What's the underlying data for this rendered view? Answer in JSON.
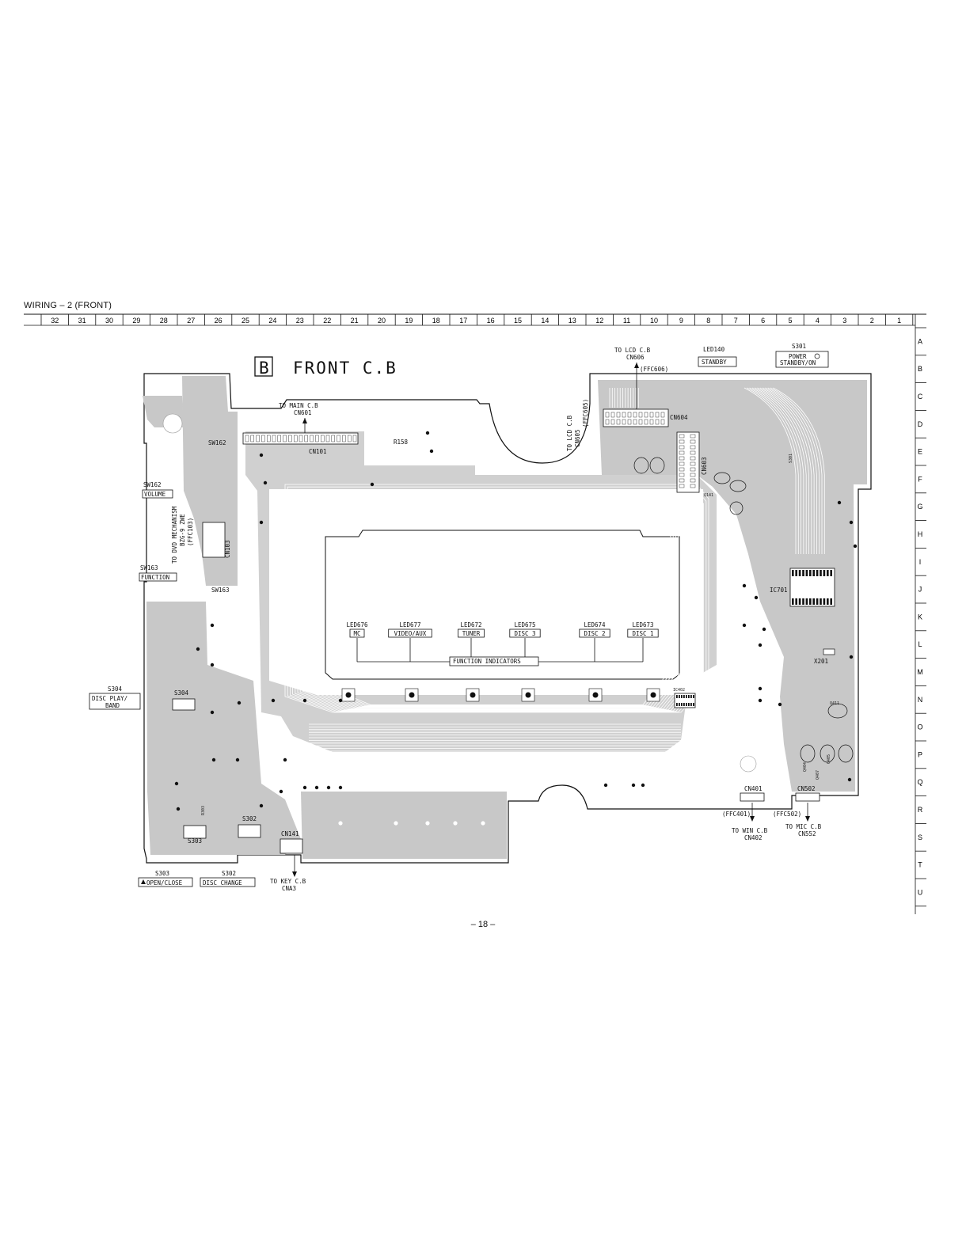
{
  "header": {
    "title": "WIRING – 2 (FRONT)"
  },
  "page_number": "– 18 –",
  "grid": {
    "columns": [
      "32",
      "31",
      "30",
      "29",
      "28",
      "27",
      "26",
      "25",
      "24",
      "23",
      "22",
      "21",
      "20",
      "19",
      "18",
      "17",
      "16",
      "15",
      "14",
      "13",
      "12",
      "11",
      "10",
      "9",
      "8",
      "7",
      "6",
      "5",
      "4",
      "3",
      "2",
      "1"
    ],
    "rows": [
      "A",
      "B",
      "C",
      "D",
      "E",
      "F",
      "G",
      "H",
      "I",
      "J",
      "K",
      "L",
      "M",
      "N",
      "O",
      "P",
      "Q",
      "R",
      "S",
      "T",
      "U"
    ]
  },
  "board": {
    "badge": "B",
    "title": "FRONT C.B"
  },
  "connectors": {
    "main": {
      "line1": "TO MAIN C.B",
      "line2": "CN601",
      "cn": "CN101"
    },
    "lcd_top": {
      "line1": "TO LCD C.B",
      "line2": "CN606",
      "ffc": "(FFC606)",
      "cn": "CN604"
    },
    "lcd_side": {
      "line1": "TO LCD C.B",
      "line2": "CN605",
      "ffc": "(FFC605)",
      "cn": "CN603"
    },
    "dvd": {
      "line1": "TO DVD MECHANISM",
      "line2": "BZG-9 ZWE",
      "ffc": "(FFC103)",
      "cn": "CN103"
    },
    "win": {
      "ffc": "(FFC401)",
      "line1": "TO WIN C.B",
      "line2": "CN402",
      "cn": "CN401"
    },
    "mic": {
      "ffc": "(FFC502)",
      "line1": "TO MIC C.B",
      "line2": "CN552",
      "cn": "CN502"
    },
    "key": {
      "line1": "TO KEY C.B",
      "line2": "CNA3",
      "cn": "CN141"
    }
  },
  "controls": {
    "standby_led": {
      "ref": "LED140",
      "label": "STANDBY"
    },
    "power": {
      "ref": "S301",
      "label_line1": "POWER",
      "label_line2": "STANDBY/ON"
    },
    "volume": {
      "ref": "SW162",
      "label": "VOLUME"
    },
    "function": {
      "ref": "SW163",
      "label": "FUNCTION"
    },
    "disc_play": {
      "ref": "S304",
      "label_line1": "DISC PLAY/",
      "label_line2": "BAND"
    },
    "open_close": {
      "ref": "S303",
      "label": "OPEN/CLOSE"
    },
    "disc_change": {
      "ref": "S302",
      "label": "DISC CHANGE"
    }
  },
  "indicators": {
    "group_label": "FUNCTION INDICATORS",
    "items": [
      {
        "ref": "LED676",
        "label": "MC"
      },
      {
        "ref": "LED677",
        "label": "VIDEO/AUX"
      },
      {
        "ref": "LED672",
        "label": "TUNER"
      },
      {
        "ref": "LED675",
        "label": "DISC 3"
      },
      {
        "ref": "LED674",
        "label": "DISC 2"
      },
      {
        "ref": "LED673",
        "label": "DISC 1"
      }
    ]
  },
  "components": {
    "ic701": "IC701",
    "ic402": "IC402",
    "x201": "X201",
    "q141": "Q141",
    "r158": "R158",
    "sw162_onboard": "SW162",
    "sw163_onboard": "SW163",
    "s304_onboard": "S304",
    "s303_onboard": "S303",
    "s302_onboard": "S302",
    "s301_onboard": "S301",
    "r303": "R303",
    "q411": "Q411",
    "q404": "Q404",
    "q405": "Q405",
    "q407": "Q407"
  },
  "colors": {
    "copper": "#c8c8c8",
    "ink": "#111111",
    "paper": "#ffffff"
  }
}
